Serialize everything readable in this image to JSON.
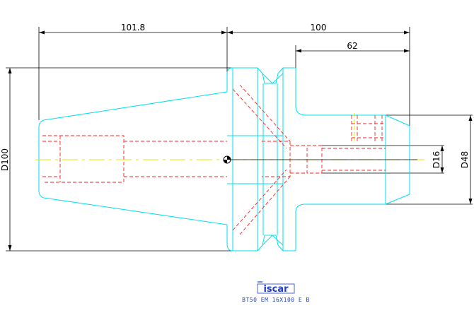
{
  "dimensions": {
    "taper_length": "101.8",
    "overall_length": "100",
    "shank_length": "62",
    "flange_diameter": "D100",
    "bore_diameter": "D16",
    "nose_diameter": "D48"
  },
  "logo_text": "iscar",
  "caption": "BT50 EM 16X100 E B",
  "colors": {
    "outline": "#00e0f0",
    "hidden": "#ff2020",
    "centerline": "#e8e800",
    "dimension": "#000000",
    "caption": "#1f3fbf"
  }
}
